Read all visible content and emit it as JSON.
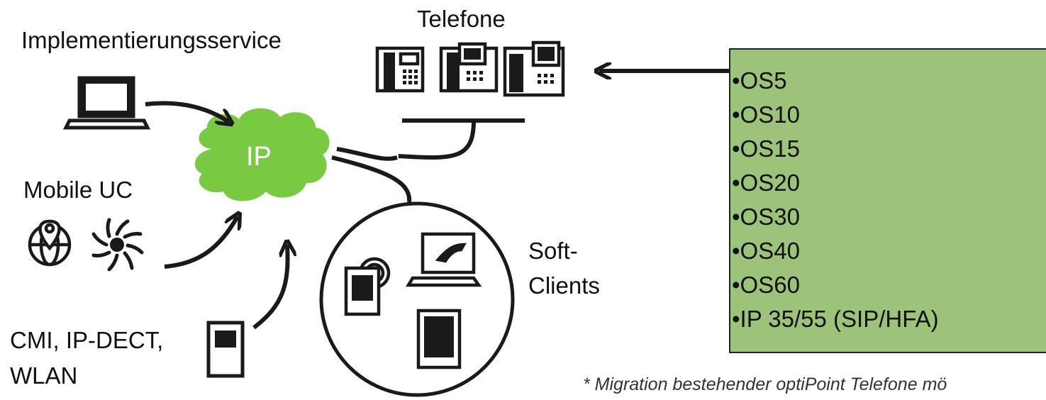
{
  "labels": {
    "telefone": "Telefone",
    "implementierung": "Implementierungsservice",
    "mobile_uc": "Mobile UC",
    "cmi_line1": "CMI, IP-DECT,",
    "cmi_line2": "WLAN",
    "soft_line1": "Soft-",
    "soft_line2": "Clients",
    "ip": "IP"
  },
  "os_list": [
    "•OS5",
    "•OS10",
    "•OS15",
    "•OS20",
    "•OS30",
    "•OS40",
    "•OS60",
    "•IP 35/55 (SIP/HFA)"
  ],
  "footnote": "* Migration bestehender optiPoint Telefone mö",
  "colors": {
    "cloud": "#7ac943",
    "box": "#9cc37a",
    "stroke": "#1a1a1a"
  },
  "icons": [
    "laptop-icon",
    "location-globe-icon",
    "spiral-icon",
    "mobile-phone-icon",
    "desk-phone-icon",
    "laptop-phone-icon",
    "tablet-icon"
  ]
}
